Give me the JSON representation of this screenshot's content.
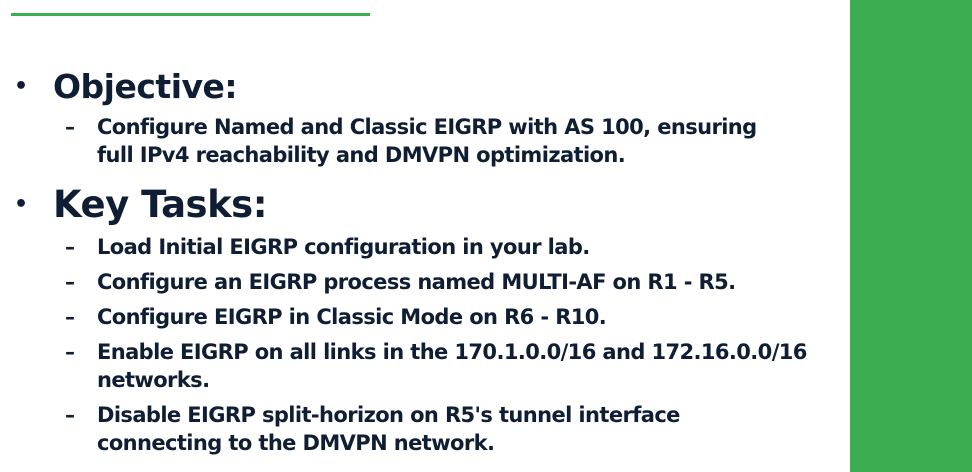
{
  "colors": {
    "accent": "#3cae4f",
    "text": "#101e33",
    "background": "#ffffff"
  },
  "sections": [
    {
      "heading": "Objective:",
      "items": [
        {
          "lines": [
            "Configure Named and Classic EIGRP with AS 100, ensuring",
            "full IPv4 reachability and DMVPN optimization."
          ]
        }
      ]
    },
    {
      "heading": "Key Tasks:",
      "items": [
        {
          "lines": [
            "Load Initial EIGRP configuration in your lab."
          ]
        },
        {
          "lines": [
            "Configure an EIGRP process named MULTI-AF on R1 - R5."
          ]
        },
        {
          "lines": [
            "Configure EIGRP in Classic Mode on R6 - R10."
          ]
        },
        {
          "lines": [
            "Enable EIGRP on all links in the 170.1.0.0/16 and 172.16.0.0/16",
            "networks."
          ]
        },
        {
          "lines": [
            "Disable EIGRP split-horizon on R5's tunnel interface",
            "connecting to the DMVPN network."
          ]
        }
      ]
    }
  ],
  "glyphs": {
    "bullet": "•",
    "dash": "–"
  }
}
